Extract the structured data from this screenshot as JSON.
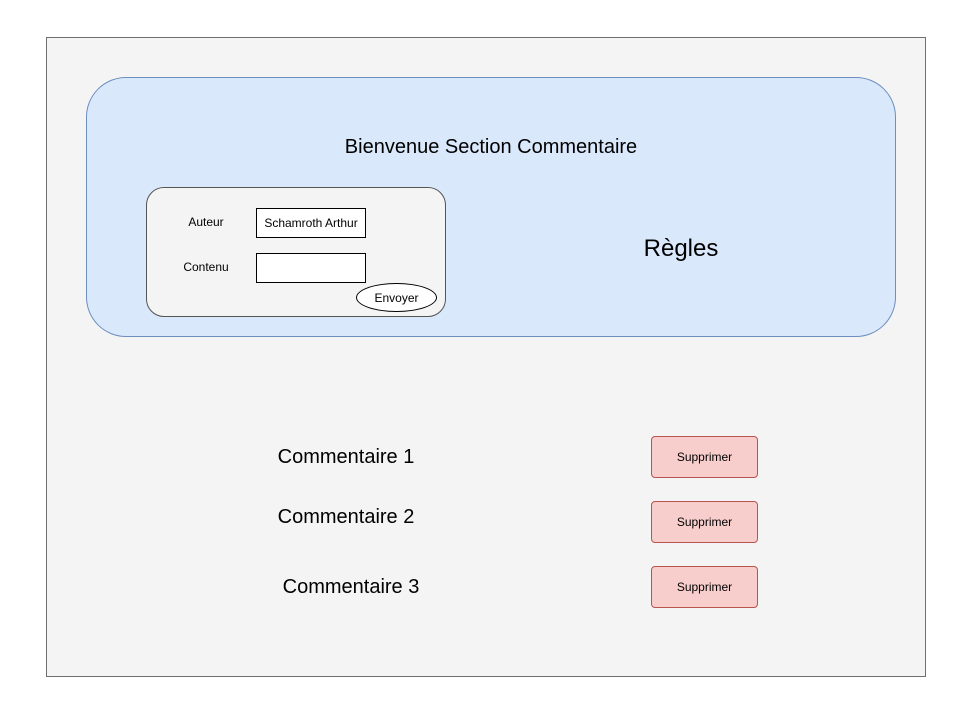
{
  "header": {
    "title": "Bienvenue Section Commentaire",
    "rules_label": "Règles"
  },
  "form": {
    "author_label": "Auteur",
    "author_value": "Schamroth Arthur",
    "content_label": "Contenu",
    "content_value": "",
    "submit_label": "Envoyer"
  },
  "comments": [
    {
      "text": "Commentaire 1",
      "delete_label": "Supprimer"
    },
    {
      "text": "Commentaire 2",
      "delete_label": "Supprimer"
    },
    {
      "text": "Commentaire 3",
      "delete_label": "Supprimer"
    }
  ],
  "colors": {
    "hero_fill": "#dae8fc",
    "hero_border": "#6c8ebf",
    "delete_fill": "#f8cecc",
    "delete_border": "#b85450",
    "page_fill": "#f4f4f4"
  }
}
